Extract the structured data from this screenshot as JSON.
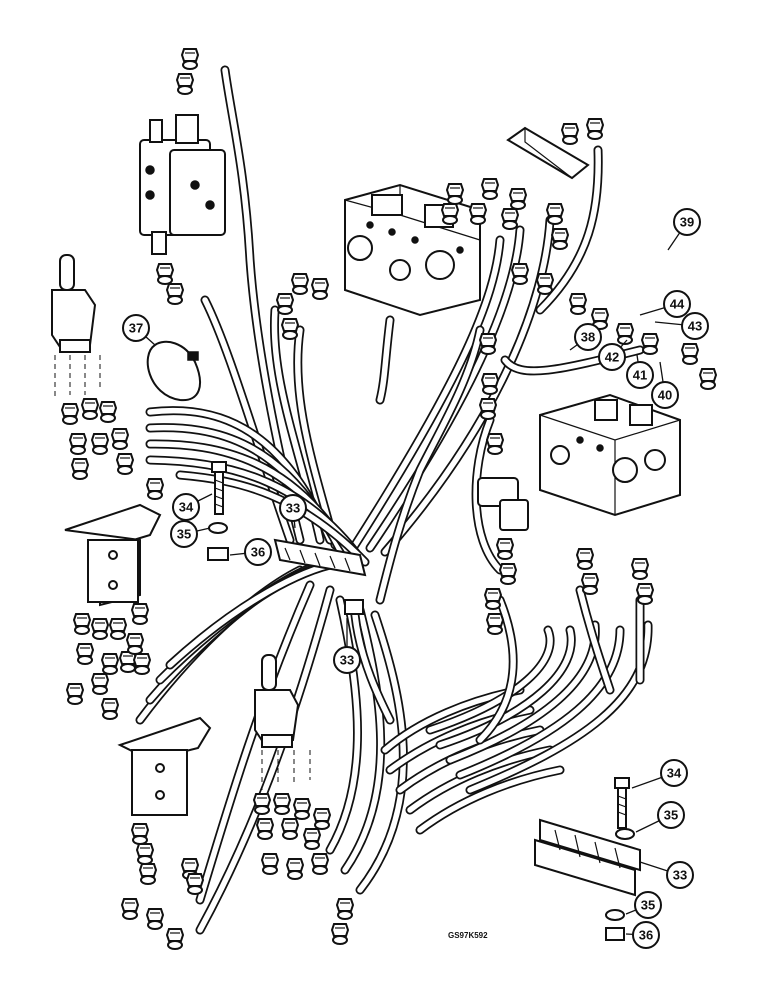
{
  "diagram": {
    "reference_code": "GS97K592",
    "callouts": [
      {
        "id": "c33a",
        "label": "33"
      },
      {
        "id": "c33b",
        "label": "33"
      },
      {
        "id": "c33c",
        "label": "33"
      },
      {
        "id": "c34a",
        "label": "34"
      },
      {
        "id": "c34b",
        "label": "34"
      },
      {
        "id": "c35a",
        "label": "35"
      },
      {
        "id": "c35b",
        "label": "35"
      },
      {
        "id": "c35c",
        "label": "35"
      },
      {
        "id": "c36a",
        "label": "36"
      },
      {
        "id": "c36b",
        "label": "36"
      },
      {
        "id": "c37",
        "label": "37"
      },
      {
        "id": "c38",
        "label": "38"
      },
      {
        "id": "c39",
        "label": "39"
      },
      {
        "id": "c40",
        "label": "40"
      },
      {
        "id": "c41",
        "label": "41"
      },
      {
        "id": "c42",
        "label": "42"
      },
      {
        "id": "c43",
        "label": "43"
      },
      {
        "id": "c44",
        "label": "44"
      }
    ]
  }
}
